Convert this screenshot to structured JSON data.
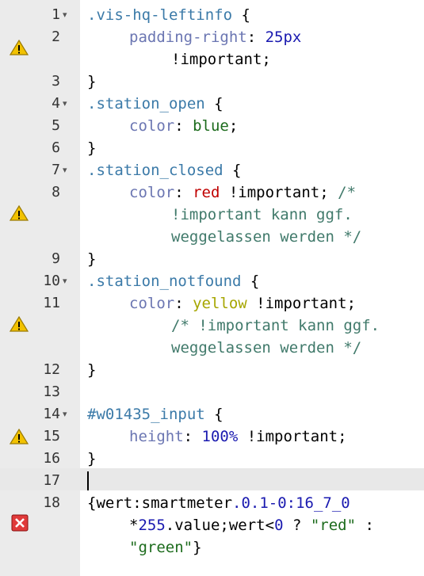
{
  "editor": {
    "line_numbers": [
      "1",
      "2",
      "3",
      "4",
      "5",
      "6",
      "7",
      "8",
      "9",
      "10",
      "11",
      "12",
      "13",
      "14",
      "15",
      "16",
      "17",
      "18"
    ],
    "fold_glyph": "▾",
    "line1": {
      "sel": ".vis-hq-leftinfo",
      "rest": " {"
    },
    "line2a": {
      "prop": "padding-right",
      "colon": ": ",
      "num": "25px"
    },
    "line2b": "!important;",
    "line3": "}",
    "line4": {
      "sel": ".station_open",
      "rest": " {"
    },
    "line5": {
      "prop": "color",
      "colon": ": ",
      "val": "blue",
      "end": ";"
    },
    "line6": "}",
    "line7": {
      "sel": ".station_closed",
      "rest": " {"
    },
    "line8a": {
      "prop": "color",
      "colon": ": ",
      "val": "red",
      "imp": " !important; ",
      "cm": "/*"
    },
    "line8b": "!important kann ggf.",
    "line8c": "weggelassen werden */",
    "line9": "}",
    "line10": {
      "sel": ".station_notfound",
      "rest": " {"
    },
    "line11a": {
      "prop": "color",
      "colon": ": ",
      "val": "yellow",
      "imp": " !important;"
    },
    "line11b": "/* !important kann ggf.",
    "line11c": "weggelassen werden */",
    "line12": "}",
    "line14": {
      "sel": "#w01435_input",
      "rest": " {"
    },
    "line15": {
      "prop": "height",
      "colon": ": ",
      "num": "100%",
      "imp": " !important;"
    },
    "line16": "}",
    "line18a": {
      "a": "{wert:smartmeter",
      "b": ".0.1-0:16_7_0"
    },
    "line18b": {
      "a": "*",
      "n": "255",
      "b": ".value;wert<",
      "z": "0",
      "c": " ? ",
      "s": "\"red\"",
      "d": " :"
    },
    "line18c": {
      "s": "\"green\"",
      "e": "}"
    }
  },
  "icons": {
    "warning": "warning-icon",
    "error": "error-icon",
    "fold": "fold-arrow-icon"
  },
  "colors": {
    "gutter": "#ebebeb",
    "active_line": "#e8e8e8",
    "warning": "#f0c000",
    "error": "#e03a3a"
  }
}
